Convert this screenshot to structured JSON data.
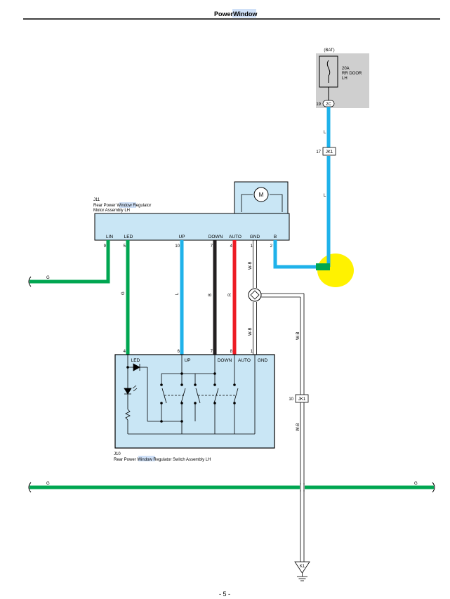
{
  "header": {
    "title_prefix": "Power ",
    "title_highlight": "Window"
  },
  "footer": {
    "page_label": "- 5 -"
  },
  "fuse": {
    "bat_label": "(BAT)",
    "rating": "20A",
    "name_line1": "RR DOOR",
    "name_line2": "LH",
    "pin": "19",
    "connector": "2C"
  },
  "junction_jk1_top": {
    "pin": "17",
    "label": "JK1"
  },
  "junction_jk1_bottom": {
    "pin": "10",
    "label": "JK1"
  },
  "motor": {
    "id": "J11",
    "name_line1": "Rear Power ",
    "name_highlight": "Window",
    "name_line1_suffix": " Regulator",
    "name_line2": "Motor Assembly LH",
    "motor_symbol": "M",
    "terminals": [
      {
        "label": "LIN",
        "pin": "9"
      },
      {
        "label": "LED",
        "pin": "5"
      },
      {
        "label": "UP",
        "pin": "10"
      },
      {
        "label": "DOWN",
        "pin": "7"
      },
      {
        "label": "AUTO",
        "pin": "4"
      },
      {
        "label": "GND",
        "pin": "1"
      },
      {
        "label": "B",
        "pin": "2"
      }
    ]
  },
  "switch": {
    "id": "J10",
    "name_prefix": "Rear Power ",
    "name_highlight": "Window",
    "name_suffix": " Regulator Switch Assembly LH",
    "terminals": [
      {
        "label": "LED",
        "pin": "4"
      },
      {
        "label": "UP",
        "pin": "6"
      },
      {
        "label": "DOWN",
        "pin": "7"
      },
      {
        "label": "AUTO",
        "pin": "8"
      },
      {
        "label": "GND",
        "pin": "1"
      }
    ]
  },
  "wires": {
    "lin_color": "G",
    "led_color": "G",
    "up_color": "L",
    "down_color": "B",
    "auto_color": "R",
    "gnd_color": "W-B",
    "gnd_color_lower": "W-B",
    "ground_trunk_color": "W-B",
    "ground_trunk_lower": "W-B",
    "bat_color_upper": "L",
    "bat_color_lower": "L",
    "bus_left": "G",
    "bus_right": "G",
    "top_left": "G"
  },
  "ground": {
    "label": "K1"
  },
  "colors": {
    "green": "#00a651",
    "blue": "#1fb2ea",
    "black": "#231f20",
    "red": "#ed1c24",
    "box_fill": "#c9e6f5",
    "fuse_fill": "#cfcfcf",
    "highlight": "#fff200"
  }
}
